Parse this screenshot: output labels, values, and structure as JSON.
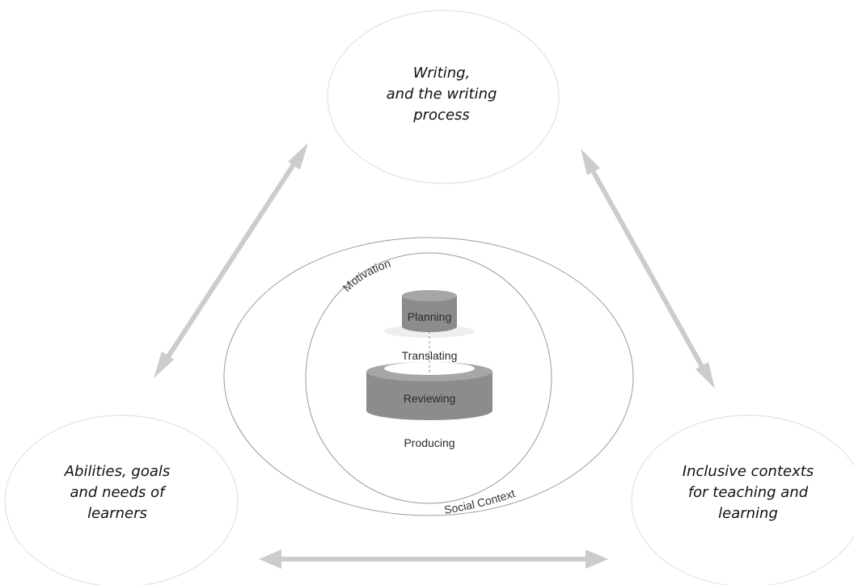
{
  "nodes": {
    "top": {
      "lines": [
        "Writing,",
        "and the writing",
        "process"
      ]
    },
    "left": {
      "lines": [
        "Abilities, goals",
        "and needs of",
        "learners"
      ]
    },
    "right": {
      "lines": [
        "Inclusive contexts",
        "for teaching and",
        "learning"
      ]
    }
  },
  "model": {
    "outer_label": "Social Context",
    "inner_label": "Motivation",
    "layers": {
      "planning": "Planning",
      "translating": "Translating",
      "reviewing": "Reviewing",
      "producing": "Producing"
    }
  },
  "colors": {
    "arrow": "#cccccc",
    "circle_stroke": "#e2e2e2",
    "model_stroke": "#9a9a9a",
    "cylinder_fill": "#8c8c8c",
    "cylinder_top": "#a6a6a6"
  }
}
